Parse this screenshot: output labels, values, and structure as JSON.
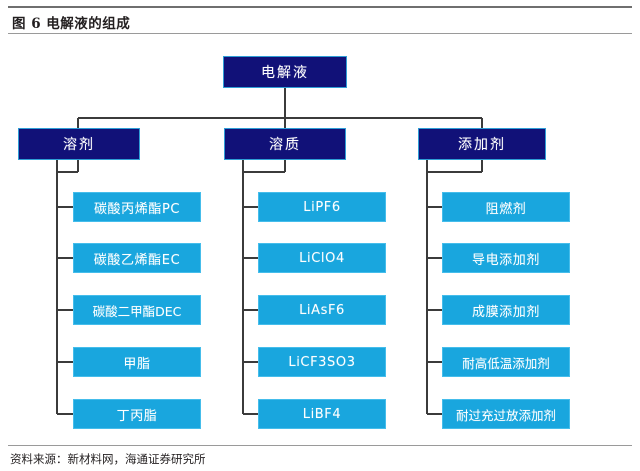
{
  "header": {
    "title": "图 6  电解液的组成"
  },
  "footer": {
    "source": "资料来源：新材料网，海通证券研究所"
  },
  "colors": {
    "branch_fill": "#111178",
    "branch_border": "#2f9ed6",
    "leaf_fill": "#19a6de",
    "leaf_border": "#45bdeb",
    "connector": "#3b3b3b",
    "rule": "#9a9a9a",
    "text_on_node": "#ffffff",
    "page_text": "#231f20"
  },
  "diagram": {
    "type": "tree",
    "root": {
      "label": "电解液"
    },
    "branches": [
      {
        "label": "溶剂",
        "children": [
          {
            "label": "碳酸丙烯酯PC"
          },
          {
            "label": "碳酸乙烯酯EC"
          },
          {
            "label": "碳酸二甲酯DEC"
          },
          {
            "label": "甲脂"
          },
          {
            "label": "丁丙脂"
          }
        ]
      },
      {
        "label": "溶质",
        "children": [
          {
            "label": "LiPF6"
          },
          {
            "label": "LiClO4"
          },
          {
            "label": "LiAsF6"
          },
          {
            "label": "LiCF3SO3"
          },
          {
            "label": "LiBF4"
          }
        ]
      },
      {
        "label": "添加剂",
        "children": [
          {
            "label": "阻燃剂"
          },
          {
            "label": "导电添加剂"
          },
          {
            "label": "成膜添加剂"
          },
          {
            "label": "耐高低温添加剂"
          },
          {
            "label": "耐过充过放添加剂"
          }
        ]
      }
    ]
  }
}
